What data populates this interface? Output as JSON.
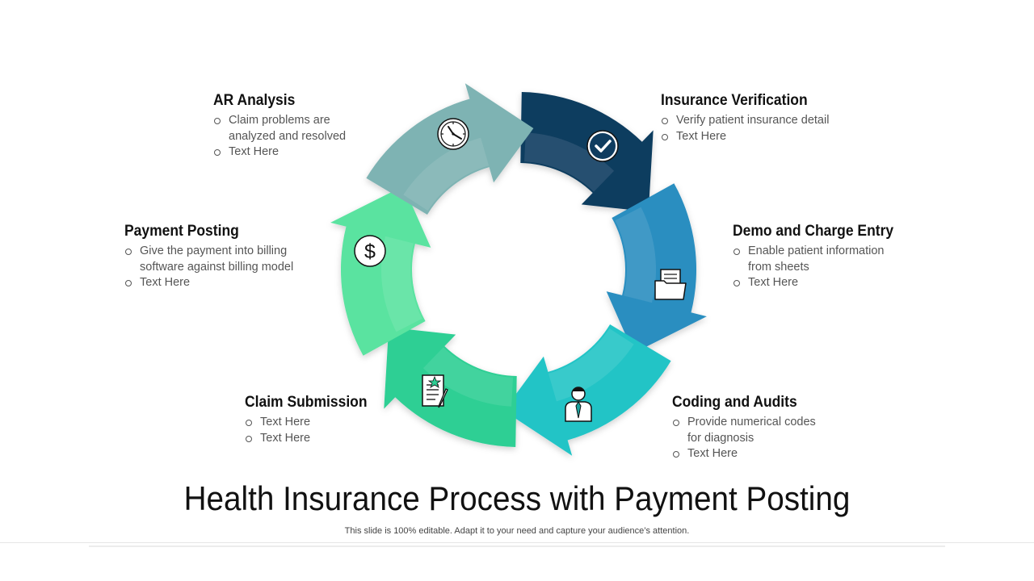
{
  "title": "Health Insurance Process with Payment Posting",
  "subtitle": "This slide is 100% editable. Adapt it to your need and capture your audience’s attention.",
  "steps": [
    {
      "heading": "Insurance Verification",
      "bullets": [
        "Verify patient insurance detail",
        "Text Here"
      ],
      "color": "#0f3c5f",
      "icon": "check-icon"
    },
    {
      "heading": "Demo and Charge Entry",
      "bullets": [
        "Enable patient information from sheets",
        "Text Here"
      ],
      "color": "#2a8ec0",
      "icon": "folder-icon"
    },
    {
      "heading": "Coding and Audits",
      "bullets": [
        "Provide numerical codes for diagnosis",
        "Text Here"
      ],
      "color": "#22c4c6",
      "icon": "doctor-icon"
    },
    {
      "heading": "Claim Submission",
      "bullets": [
        "Text Here",
        "Text Here"
      ],
      "color": "#2ecf94",
      "icon": "document-icon"
    },
    {
      "heading": "Payment Posting",
      "bullets": [
        "Give the payment into billing software against billing model",
        "Text Here"
      ],
      "color": "#5ae3a0",
      "icon": "dollar-icon"
    },
    {
      "heading": "AR Analysis",
      "bullets": [
        "Claim problems are analyzed and resolved",
        "Text Here"
      ],
      "color": "#7eb3b3",
      "icon": "clock-icon"
    }
  ]
}
